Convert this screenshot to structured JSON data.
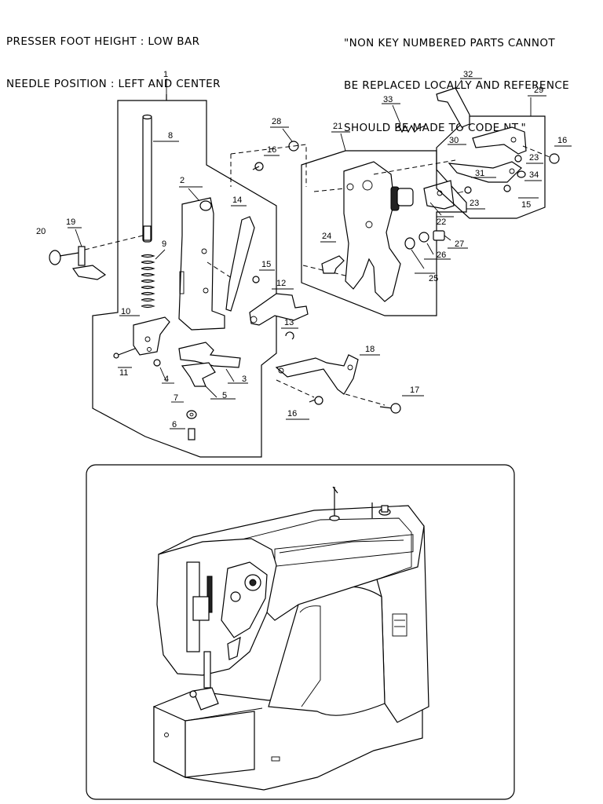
{
  "header": {
    "left_line1": "PRESSER FOOT HEIGHT : LOW BAR",
    "left_line2": "NEEDLE POSITION : LEFT AND CENTER",
    "right_line1": "\"NON KEY NUMBERED PARTS CANNOT",
    "right_line2": "BE REPLACED LOCALLY AND REFERENCE",
    "right_line3": "SHOULD BE MADE TO CODE NT.\""
  },
  "callouts": {
    "p1": "1",
    "p2": "2",
    "p3": "3",
    "p4": "4",
    "p5": "5",
    "p6": "6",
    "p7": "7",
    "p8": "8",
    "p9": "9",
    "p10": "10",
    "p11": "11",
    "p12": "12",
    "p13": "13",
    "p14": "14",
    "p15a": "15",
    "p15b": "15",
    "p16a": "16",
    "p16b": "16",
    "p16c": "16",
    "p17": "17",
    "p18": "18",
    "p19": "19",
    "p20": "20",
    "p21": "21",
    "p22": "22",
    "p23a": "23",
    "p23b": "23",
    "p24": "24",
    "p25": "25",
    "p26": "26",
    "p27": "27",
    "p28": "28",
    "p29": "29",
    "p30": "30",
    "p31": "31",
    "p32": "32",
    "p33": "33",
    "p34": "34"
  }
}
